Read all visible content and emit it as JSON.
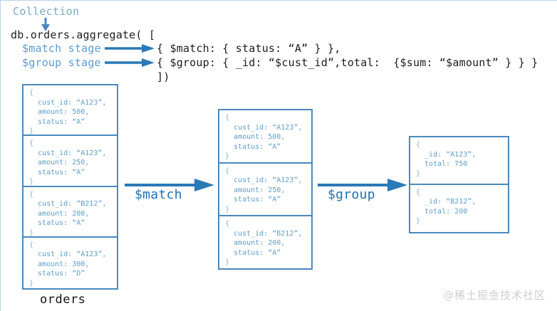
{
  "header": {
    "collection_label": "Collection",
    "code_main": "db.orders.aggregate( [",
    "stage_match_label": "$match stage",
    "stage_group_label": "$group stage",
    "code_match": "{ $match: { status: “A” } },",
    "code_group": "{ $group: { _id: “$cust_id”,total:  {$sum: “$amount” } } }",
    "code_close": "])"
  },
  "boxes": {
    "orders": {
      "caption": "orders",
      "docs": [
        {
          "open": "{",
          "fields": [
            "cust_id: “A123”,",
            "amount: 500,",
            "status: “A”"
          ],
          "close": "}"
        },
        {
          "open": "{",
          "fields": [
            "cust_id: “A123”,",
            "amount: 250,",
            "status: “A”"
          ],
          "close": "}"
        },
        {
          "open": "{",
          "fields": [
            "cust_id: “B212”,",
            "amount: 200,",
            "status: “A”"
          ],
          "close": "}"
        },
        {
          "open": "{",
          "fields": [
            "cust_id: “A123”,",
            "amount: 300,",
            "status: “D”"
          ],
          "close": "}"
        }
      ]
    },
    "matched": {
      "docs": [
        {
          "open": "{",
          "fields": [
            "cust_id: “A123”,",
            "amount: 500,",
            "status: “A”"
          ],
          "close": "}"
        },
        {
          "open": "{",
          "fields": [
            "cust_id: “A123”,",
            "amount: 250,",
            "status: “A”"
          ],
          "close": "}"
        },
        {
          "open": "{",
          "fields": [
            "cust_id: “B212”,",
            "amount: 200,",
            "status: “A”"
          ],
          "close": "}"
        }
      ]
    },
    "grouped": {
      "docs": [
        {
          "open": "{",
          "fields": [
            "_id: “A123”,",
            "total: 750"
          ],
          "close": "}"
        },
        {
          "open": "{",
          "fields": [
            "_id: “B212”,",
            "total: 200"
          ],
          "close": "}"
        }
      ]
    }
  },
  "stages": {
    "match_arrow_label": "$match",
    "group_arrow_label": "$group"
  },
  "watermark": "@稀土掘金技术社区",
  "colors": {
    "accent_blue": "#4a89bf",
    "doc_text_blue": "#5d9ec9",
    "stage_label_blue": "#5b9bd5",
    "collection_label_blue": "#7aa8c9",
    "arrow_blue": "#1f6fb0",
    "code_black": "#1d1d1d",
    "background": "#ffffff",
    "watermark_gray": "#cfcfcf"
  }
}
